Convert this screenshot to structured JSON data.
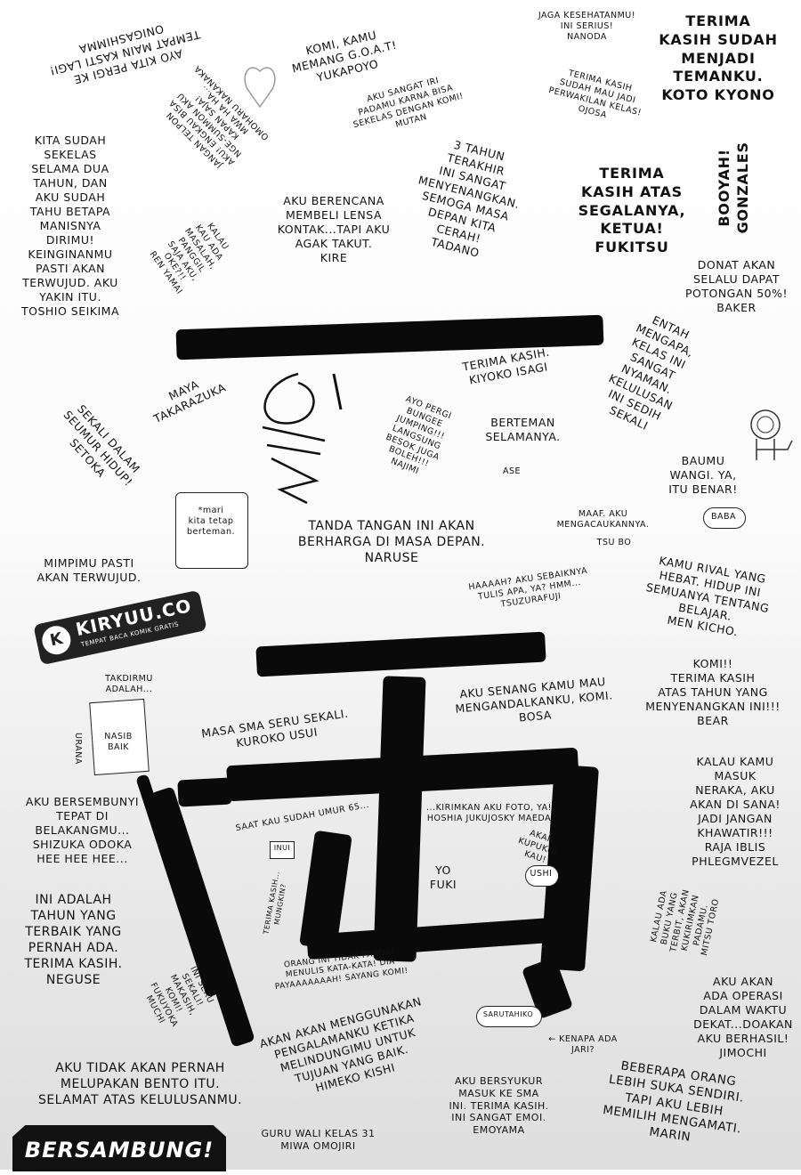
{
  "watermark": {
    "name": "KIRYUU.CO",
    "tagline": "TEMPAT BACA KOMIK GRATIS"
  },
  "footer": {
    "continued": "BERSAMBUNG!"
  },
  "notes": [
    {
      "text": "AYO KITA PERGI KE\nTEMPAT MAIN KASTI LAGI!\nONIGASHIMMA"
    },
    {
      "text": "JANGAN TELPON\nAKU! ENGKAU BISA\nNGE-SUMMON AKU\nKAPAN SAJA!\nMWA HA HA...\nOMOHARU NAKANAKA"
    },
    {
      "text": "KALAU\nKAU ADA\nMASALAH,\nPANGGIL\nSAJA AKU,\nOKE?!!\nREN YAMAI"
    },
    {
      "text": "KITA SUDAH\nSEKELAS\nSELAMA DUA\nTAHUN, DAN\nAKU SUDAH\nTAHU BETAPA\nMANISNYA\nDIRIMU!\nKEINGINANMU\nPASTI AKAN\nTERWUJUD. AKU\nYAKIN ITU.\nTOSHIO SEIKIMA"
    },
    {
      "text": "KOMI, KAMU\nMEMANG G.O.A.T!\nYUKAPOYO"
    },
    {
      "text": "AKU SANGAT IRI\nPADAMU KARNA BISA\nSEKELAS DENGAN KOMI!\nMUTAN"
    },
    {
      "text": "AKU BERENCANA\nMEMBELI LENSA\nKONTAK...TAPI AKU\nAGAK TAKUT.\nKIRE"
    },
    {
      "text": "3 TAHUN\nTERAKHIR\nINI SANGAT\nMENYENANGKAN.\nSEMOGA MASA\nDEPAN KITA\nCERAH!\nTADANO"
    },
    {
      "text": "JAGA KESEHATANMU!\nINI SERIUS!\nNANODA"
    },
    {
      "text": "TERIMA KASIH\nSUDAH MAU JADI\nPERWAKILAN KELAS!\nOJOSA"
    },
    {
      "text": "TERIMA\nKASIH SUDAH\nMENJADI\nTEMANKU.\nKOTO KYONO"
    },
    {
      "text": "TERIMA\nKASIH ATAS\nSEGALANYA,\nKETUA!\nFUKITSU"
    },
    {
      "text": "BOOYAH!\nGONZALES"
    },
    {
      "text": "DONAT AKAN\nSELALU DAPAT\nPOTONGAN 50%!\nBAKER"
    },
    {
      "text": "ENTAH\nMENGAPA,\nKELAS INI\nSANGAT\nNYAMAN.\nKELULUSAN\nINI SEDIH\nSEKALI"
    },
    {
      "text": "TERIMA KASIH.\nKIYOKO ISAGI"
    },
    {
      "text": "MAYA\nTAKARAZUKA"
    },
    {
      "text": "SEKALI DALAM\nSEUMUR HIDUP!\nSETOKA"
    },
    {
      "text": "AYO PERGI\nBUNGEE\nJUMPING!!!\nLANGSUNG\nBESOK JUGA\nBOLEH!!!\nNAJIMI"
    },
    {
      "text": "BERTEMAN\nSELAMANYA."
    },
    {
      "text": "ASE"
    },
    {
      "text": "BAUMU\nWANGI. YA,\nITU BENAR!"
    },
    {
      "text": "MAAF. AKU\nMENGACAUKANNYA."
    },
    {
      "text": "TSU      BO"
    },
    {
      "text": "BABA"
    },
    {
      "text": "*mari\nkita tetap\nberteman."
    },
    {
      "text": "TANDA TANGAN INI AKAN\nBERHARGA DI MASA DEPAN.\nNARUSE"
    },
    {
      "text": "MIMPIMU PASTI\nAKAN TERWUJUD."
    },
    {
      "text": "HAAAAH? AKU SEBAIKNYA\nTULIS APA, YA? HMM...\nTSUZURAFUJI"
    },
    {
      "text": "KAMU RIVAL YANG\nHEBAT. HIDUP INI\nSEMUANYA TENTANG\nBELAJAR.\nMEN KICHO."
    },
    {
      "text": "TAKDIRMU\nADALAH..."
    },
    {
      "text": "NASIB\nBAIK"
    },
    {
      "text": "URANA"
    },
    {
      "text": "MASA SMA SERU SEKALI.\nKUROKO USUI"
    },
    {
      "text": "AKU SENANG KAMU MAU\nMENGANDALKANKU, KOMI.\nBOSA"
    },
    {
      "text": "KOMI!!\nTERIMA KASIH\nATAS TAHUN YANG\nMENYENANGKAN INI!!!\nBEAR"
    },
    {
      "text": "KALAU KAMU\nMASUK\nNERAKA, AKU\nAKAN DI SANA!\nJADI JANGAN\nKHAWATIR!!!\nRAJA IBLIS\nPHLEGMVEZEL"
    },
    {
      "text": "AKU BERSEMBUNYI\nTEPAT DI\nBELAKANGMU...\nSHIZUKA ODOKA\nHEE HEE HEE..."
    },
    {
      "text": "INI ADALAH\nTAHUN YANG\nTERBAIK YANG\nPERNAH ADA.\nTERIMA KASIH.\nNEGUSE"
    },
    {
      "text": "INI SERU\nSEKALI!\nMAKASIH,\nKOMI!\nFUKUYOKA\nMUCHI"
    },
    {
      "text": "SAAT KAU SUDAH UMUR 65..."
    },
    {
      "text": "...KIRIMKAN AKU FOTO, YA!\nHOSHIA JUKUJOSKY MAEDA"
    },
    {
      "text": "AKAN\nKUPUKUL\nKAU!"
    },
    {
      "text": "USHI"
    },
    {
      "text": "INUI"
    },
    {
      "text": "TERIMA KASIH...\nMUNGKIN?"
    },
    {
      "text": "YO\nFUKI"
    },
    {
      "text": "KALAU ADA\nBUKU YANG\nTERBIT, AKAN\nKUKIRIMKAN\nPADAMU.\nMITSU TORO"
    },
    {
      "text": "ORANG INI TIDAK PANDAI\nMENULIS KATA-KATA! DIA\nPAYAAAAAAAH! SAYANG KOMI!"
    },
    {
      "text": "AKU AKAN\nADA OPERASI\nDALAM WAKTU\nDEKAT...DOAKAN\nAKU BERHASIL!\nJIMOCHI"
    },
    {
      "text": "SARUTAHIKO"
    },
    {
      "text": "← KENAPA ADA\nJARI?"
    },
    {
      "text": "AKAN AKAN MENGGUNAKAN\nPENGALAMANKU KETIKA\nMELINDUNGIMU UNTUK\nTUJUAN YANG BAIK.\nHIMEKO KISHI"
    },
    {
      "text": "AKU TIDAK AKAN PERNAH\nMELUPAKAN BENTO ITU.\nSELAMAT ATAS KELULUSANMU."
    },
    {
      "text": "GURU WALI KELAS 31\nMIWA OMOJIRI"
    },
    {
      "text": "AKU BERSYUKUR\nMASUK KE SMA\nINI. TERIMA KASIH.\nINI SANGAT EMOI.\nEMOYAMA"
    },
    {
      "text": "BEBERAPA ORANG\nLEBIH SUKA SENDIRI.\nTAPI AKU LEBIH\nMEMILIH MENGAMATI.\nMARIN"
    }
  ]
}
